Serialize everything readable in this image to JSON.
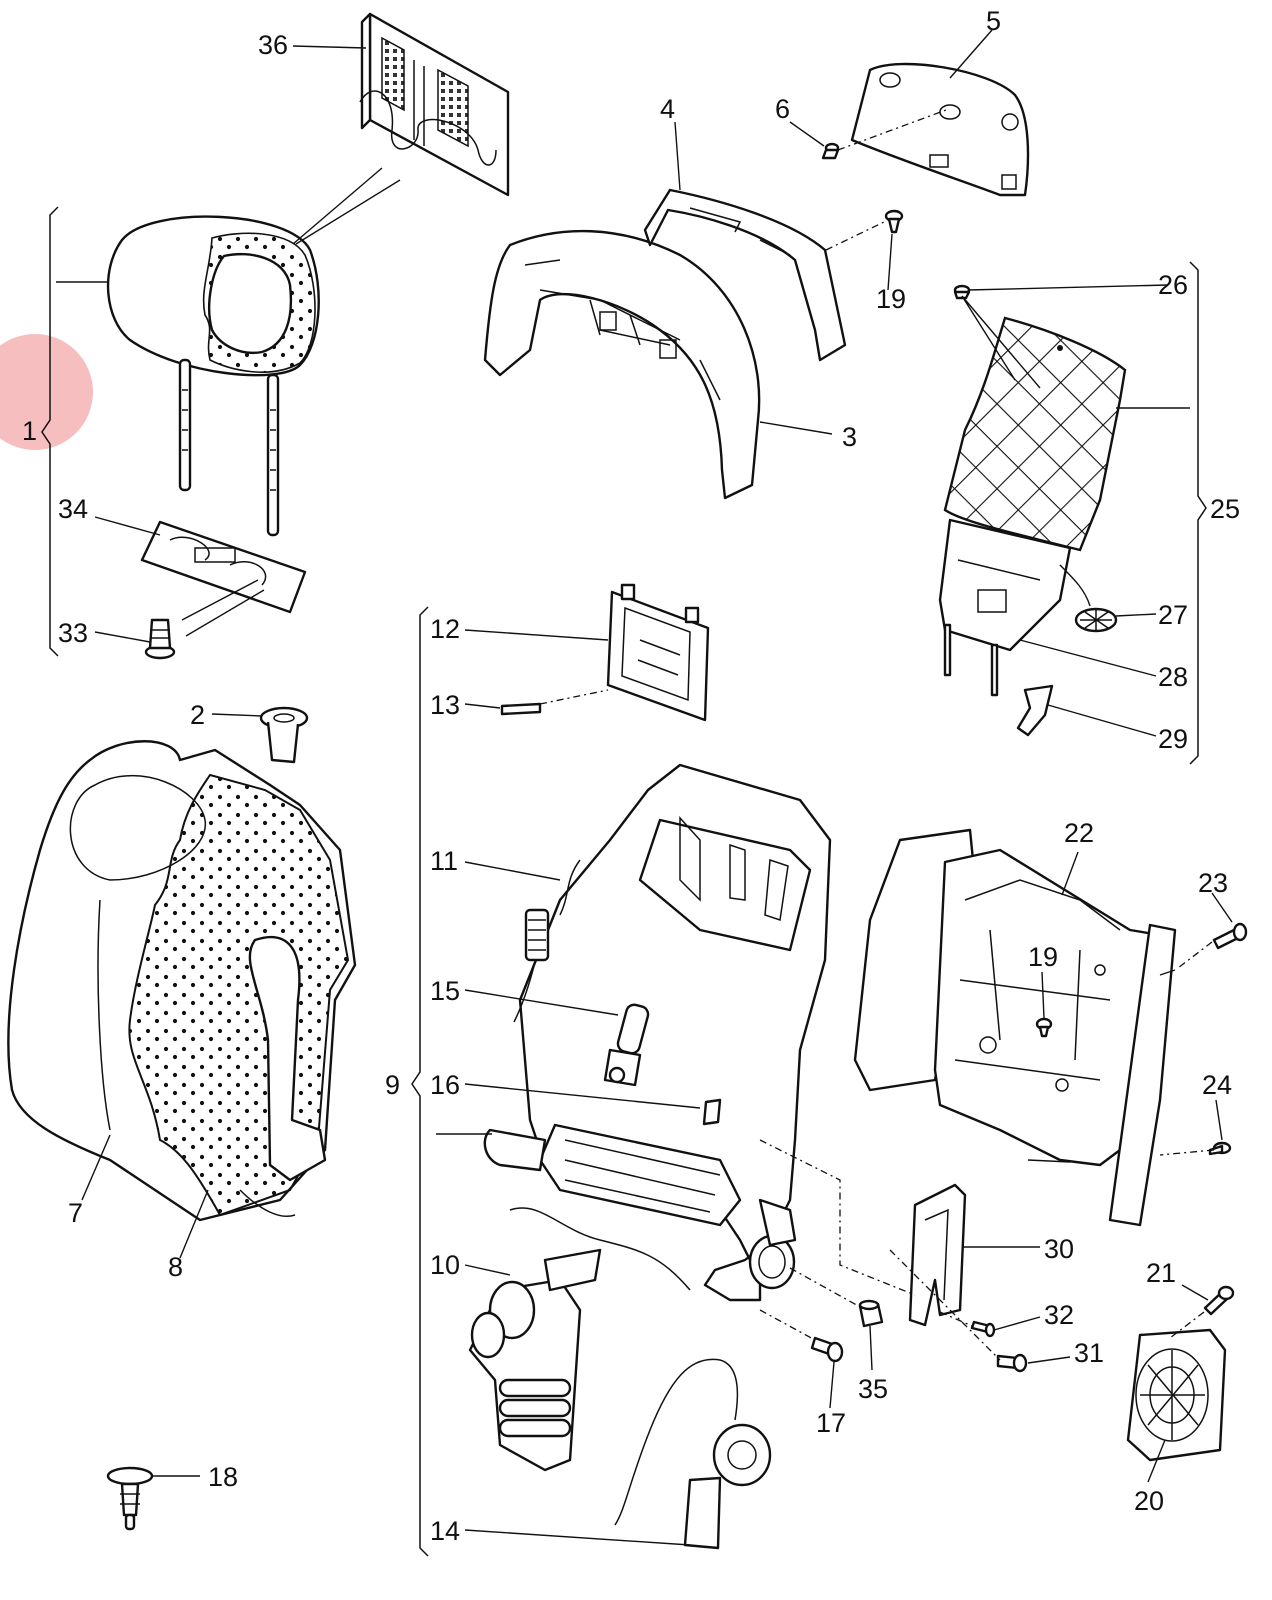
{
  "highlight": {
    "color": "#f3a8a8"
  },
  "labels": {
    "l1": "1",
    "l2": "2",
    "l3": "3",
    "l4": "4",
    "l5": "5",
    "l6": "6",
    "l7": "7",
    "l8": "8",
    "l9": "9",
    "l10": "10",
    "l11": "11",
    "l12": "12",
    "l13": "13",
    "l14": "14",
    "l15": "15",
    "l16": "16",
    "l17": "17",
    "l18": "18",
    "l19a": "19",
    "l19b": "19",
    "l20": "20",
    "l21": "21",
    "l22": "22",
    "l23": "23",
    "l24": "24",
    "l25": "25",
    "l26": "26",
    "l27": "27",
    "l28": "28",
    "l29": "29",
    "l30": "30",
    "l31": "31",
    "l32": "32",
    "l33": "33",
    "l34": "34",
    "l35": "35",
    "l36": "36"
  }
}
